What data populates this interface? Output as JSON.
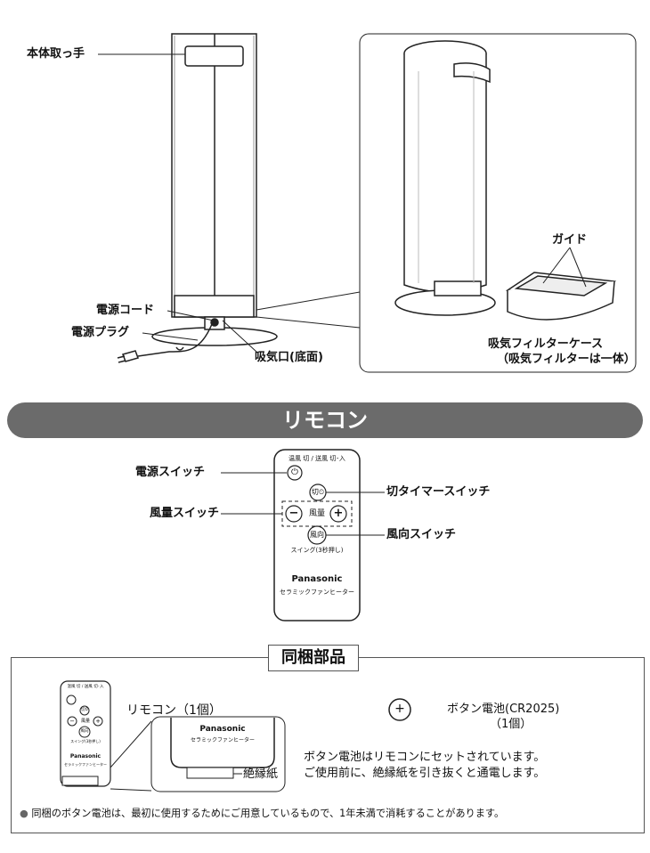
{
  "top": {
    "labels": {
      "handle": "本体取っ手",
      "power_cord": "電源コード",
      "power_plug": "電源プラグ",
      "intake": "吸気口(底面)",
      "guide": "ガイド",
      "filter_case": "吸気フィルターケース",
      "filter_note": "（吸気フィルターは一体）"
    }
  },
  "remote_section": {
    "title": "リモコン",
    "labels": {
      "power_switch": "電源スイッチ",
      "timer_switch": "切タイマースイッチ",
      "volume_switch": "風量スイッチ",
      "direction_switch": "風向スイッチ"
    },
    "device": {
      "top_text": "温風 切 / 送風 切･入",
      "power_symbol": "⏻",
      "off_button": "切⏲",
      "minus": "−",
      "volume": "風量",
      "plus": "+",
      "direction": "風向",
      "swing": "スイング(3秒押し)",
      "brand": "Panasonic",
      "product": "セラミックファンヒーター"
    }
  },
  "bundle": {
    "title": "同梱部品",
    "remote_label": "リモコン（1個）",
    "battery_symbol": "+",
    "battery_label": "ボタン電池(CR2025)",
    "battery_count": "（1個）",
    "insulation": "絶縁紙",
    "note_line1": "ボタン電池はリモコンにセットされています。",
    "note_line2": "ご使用前に、絶縁紙を引き抜くと通電します。",
    "mini": {
      "top_text": "温風 切 / 送風 切･入",
      "off": "切⏲",
      "minus": "−",
      "volume": "風量",
      "plus": "+",
      "direction": "風向",
      "swing": "スイング(3秒押し)",
      "brand": "Panasonic",
      "product": "セラミックファンヒーター"
    },
    "zoom": {
      "brand": "Panasonic",
      "product": "セラミックファンヒーター"
    },
    "footnote_bullet": "●",
    "footnote": "同梱のボタン電池は、最初に使用するためにご用意しているもので、1年未満で消耗することがあります。"
  }
}
